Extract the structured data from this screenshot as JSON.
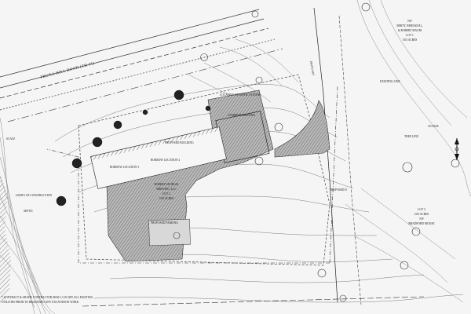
{
  "map": {
    "road_label": "FRUNA HILL ROAD (TH 31)",
    "access_label": "DRIVEWAY",
    "neighbor_north": {
      "line1": "N/F",
      "line2": "BERTY, BERNADAL,",
      "line3": "& ROBERT MACRI",
      "line4": "LOT 1",
      "line5": "5.03 ACRES"
    },
    "lot_label": {
      "line1": "ROBERT GEORGIA",
      "line2": "BREWING, LLC",
      "line3": "LOT 2",
      "line4": "5.00 ACRES"
    },
    "neighbor_east": {
      "line1": "LOT 3",
      "line2": "5.00 ACRES",
      "line3": "N/F",
      "line4": "BRADFORD MCRAE"
    },
    "notes": [
      "SEPTIC",
      "BORROW LOCATION 1",
      "BORROW LOCATION 2",
      "LOCATION OF SEPTIC SYSTEM",
      "PROPOSED BUILDING",
      "PROPOSED PARKING",
      "EXISTING LINE",
      "LIMITS OF CONSTRUCTION",
      "STORMWATER POND",
      "PROPOSED D",
      "TREE LINE",
      "ACCESS"
    ],
    "footnote_1": "* CONTRACT & GRADE CONTRACTOR SHALL LOCATE ALL EXISTING",
    "footnote_2": "UTILITIES PRIOR TO BEGINNING ANY EXCAVATION WORK",
    "scale_label": "SCALE"
  }
}
